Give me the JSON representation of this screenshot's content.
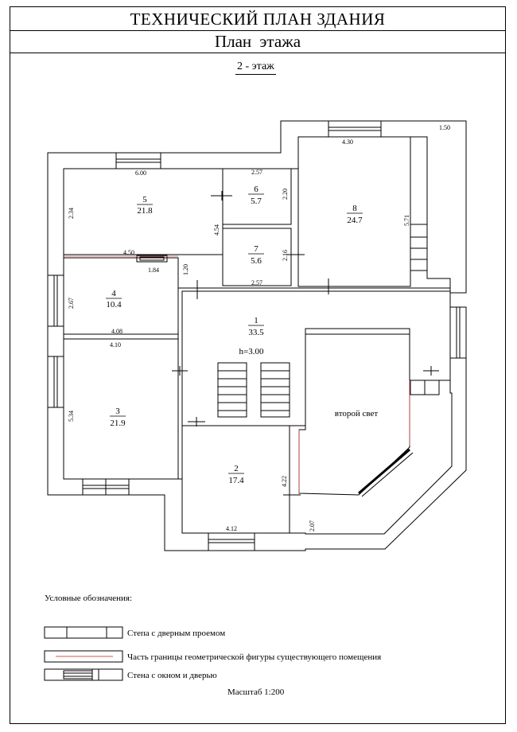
{
  "document": {
    "title": "ТЕХНИЧЕСКИЙ ПЛАН ЗДАНИЯ",
    "subtitle": "План  этажа",
    "floor": "2 - этаж"
  },
  "rooms": [
    {
      "number": "1",
      "area": "33.5"
    },
    {
      "number": "2",
      "area": "17.4"
    },
    {
      "number": "3",
      "area": "21.9"
    },
    {
      "number": "4",
      "area": "10.4"
    },
    {
      "number": "5",
      "area": "21.8"
    },
    {
      "number": "6",
      "area": "5.7"
    },
    {
      "number": "7",
      "area": "5.6"
    },
    {
      "number": "8",
      "area": "24.7"
    }
  ],
  "annotations": {
    "second_light": "второй свет",
    "height": "h=3.00"
  },
  "dimensions": {
    "d600": "6.00",
    "d257a": "2.57",
    "d220": "2.20",
    "d430": "4.30",
    "d150": "1.50",
    "d234": "2.34",
    "d454": "4.54",
    "d571": "5.71",
    "d450": "4.50",
    "d184": "1.84",
    "d120": "1.20",
    "d216": "2.16",
    "d257b": "2.57",
    "d267": "2.67",
    "d408": "4.08",
    "d410": "4.10",
    "d534": "5.34",
    "d422": "4.22",
    "d412": "4.12",
    "d207": "2.07"
  },
  "legend": {
    "title": "Условные обозначения:",
    "items": [
      "Степа с дверным проемом",
      "Часть границы геометрической фигуры существующего помещения",
      "Стена с окном и дверью"
    ],
    "line_color": "#d9534f"
  },
  "scale": "Масштаб 1:200"
}
